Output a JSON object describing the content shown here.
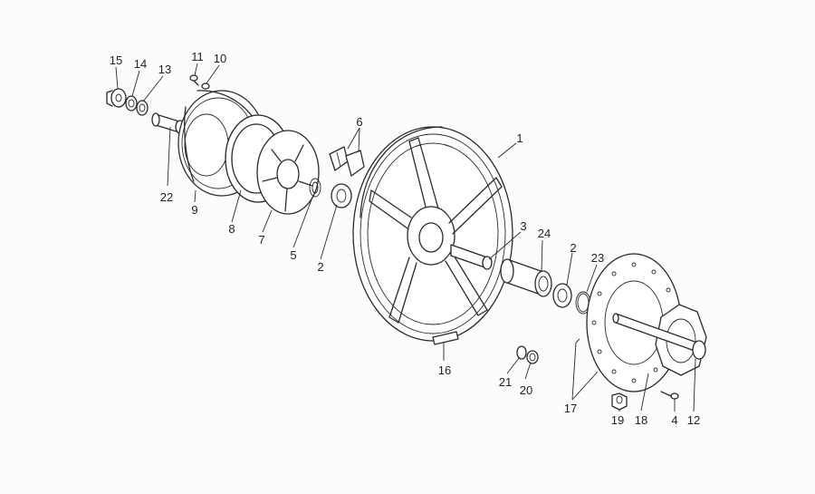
{
  "callouts": [
    {
      "id": "c1",
      "text": "1"
    },
    {
      "id": "c2a",
      "text": "2"
    },
    {
      "id": "c2b",
      "text": "2"
    },
    {
      "id": "c3",
      "text": "3"
    },
    {
      "id": "c4",
      "text": "4"
    },
    {
      "id": "c5",
      "text": "5"
    },
    {
      "id": "c6",
      "text": "6"
    },
    {
      "id": "c7",
      "text": "7"
    },
    {
      "id": "c8",
      "text": "8"
    },
    {
      "id": "c9",
      "text": "9"
    },
    {
      "id": "c10",
      "text": "10"
    },
    {
      "id": "c11",
      "text": "11"
    },
    {
      "id": "c12",
      "text": "12"
    },
    {
      "id": "c13",
      "text": "13"
    },
    {
      "id": "c14",
      "text": "14"
    },
    {
      "id": "c15",
      "text": "15"
    },
    {
      "id": "c16",
      "text": "16"
    },
    {
      "id": "c17",
      "text": "17"
    },
    {
      "id": "c18",
      "text": "18"
    },
    {
      "id": "c19",
      "text": "19"
    },
    {
      "id": "c20",
      "text": "20"
    },
    {
      "id": "c21",
      "text": "21"
    },
    {
      "id": "c22",
      "text": "22"
    },
    {
      "id": "c23",
      "text": "23"
    },
    {
      "id": "c24",
      "text": "24"
    }
  ]
}
